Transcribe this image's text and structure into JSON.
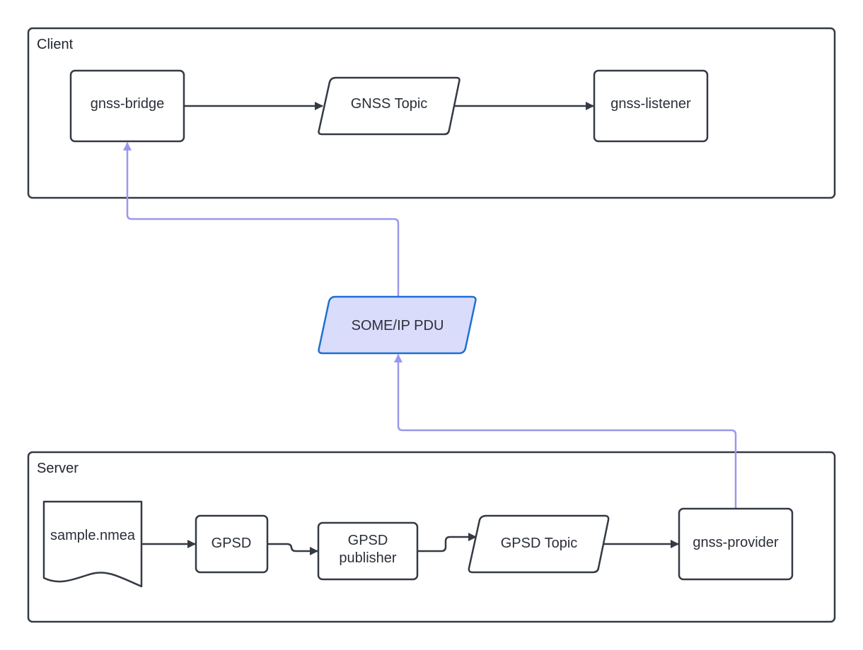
{
  "diagram": {
    "containers": {
      "client": {
        "label": "Client"
      },
      "server": {
        "label": "Server"
      }
    },
    "nodes": {
      "gnss_bridge": {
        "label": "gnss-bridge"
      },
      "gnss_topic": {
        "label": "GNSS Topic"
      },
      "gnss_listener": {
        "label": "gnss-listener"
      },
      "someip_pdu": {
        "label": "SOME/IP PDU"
      },
      "sample_nmea": {
        "label": "sample.nmea"
      },
      "gpsd": {
        "label": "GPSD"
      },
      "gpsd_publisher": {
        "lines": [
          "GPSD",
          "publisher"
        ]
      },
      "gpsd_topic": {
        "label": "GPSD Topic"
      },
      "gnss_provider": {
        "label": "gnss-provider"
      }
    },
    "colors": {
      "stroke": "#343a44",
      "flow_blue": "#9b97ee",
      "pdu_fill": "#dadcfb",
      "pdu_stroke": "#1d6fd6"
    }
  }
}
